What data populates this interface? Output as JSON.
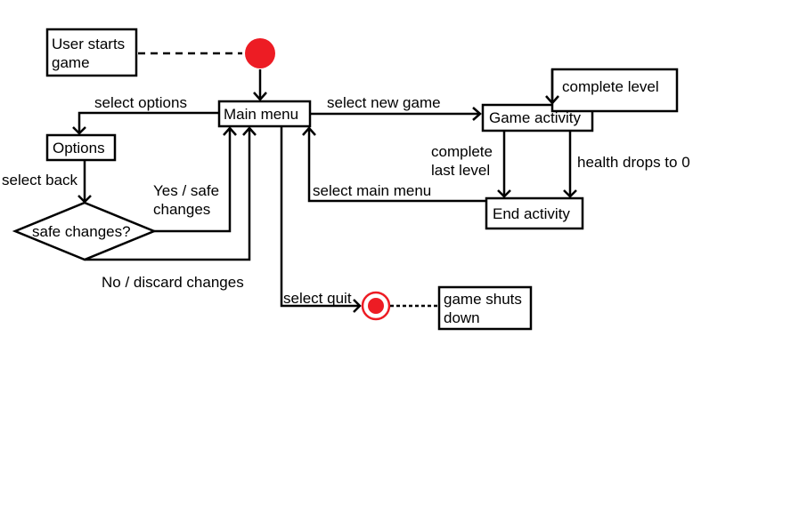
{
  "colors": {
    "start_fill": "#ed1c24",
    "end_fill": "#ed1c24",
    "stroke": "#000000",
    "background": "#ffffff"
  },
  "nodes": {
    "user_starts": [
      "User starts",
      "game"
    ],
    "main_menu": "Main menu",
    "options": "Options",
    "decision": "safe changes?",
    "game_activity": "Game activity",
    "complete_level_box": "complete level",
    "end_activity": "End activity",
    "game_shuts_down": [
      "game shuts",
      "down"
    ]
  },
  "edges": {
    "select_options": "select options",
    "select_new_game": "select new game",
    "select_back": "select back",
    "yes_safe": [
      "Yes / safe",
      "changes"
    ],
    "no_discard": "No / discard changes",
    "complete_last_level": [
      "complete",
      "last level"
    ],
    "health_drops": "health drops to 0",
    "select_main_menu": "select main menu",
    "select_quit": "select quit"
  }
}
